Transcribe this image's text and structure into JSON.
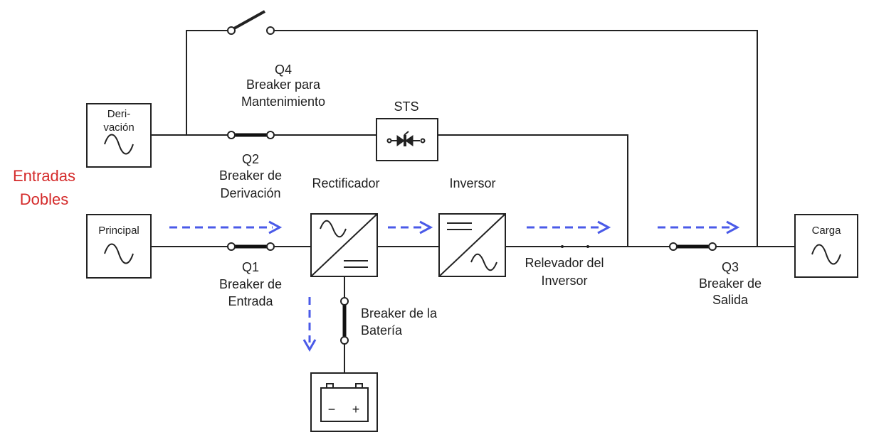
{
  "title": "Entradas Dobles",
  "title_lines": [
    "Entradas",
    "Dobles"
  ],
  "colors": {
    "title": "#d42a2a",
    "wires": "#222222",
    "power_flow_arrows": "#4a5ae8"
  },
  "blocks": {
    "bypass": {
      "label_lines": [
        "Deri-",
        "vación"
      ],
      "icon": "sine-wave-icon"
    },
    "main": {
      "label": "Principal",
      "icon": "sine-wave-icon"
    },
    "rectifier": {
      "label": "Rectificador",
      "icon": "ac-dc-converter-icon"
    },
    "inverter": {
      "label": "Inversor",
      "icon": "dc-ac-converter-icon"
    },
    "sts": {
      "label": "STS",
      "icon": "thyristor-switch-icon"
    },
    "load": {
      "label": "Carga",
      "icon": "sine-wave-icon"
    },
    "battery": {
      "icon": "battery-icon",
      "terminals": [
        "−",
        "+"
      ]
    }
  },
  "breakers": {
    "q1": {
      "lines": [
        "Q1",
        "Breaker de",
        "Entrada"
      ],
      "state": "closed"
    },
    "q2": {
      "lines": [
        "Q2",
        "Breaker de",
        "Derivación"
      ],
      "state": "closed"
    },
    "q3": {
      "lines": [
        "Q3",
        "Breaker de",
        "Salida"
      ],
      "state": "closed"
    },
    "q4": {
      "lines": [
        "Q4",
        "Breaker para",
        "Mantenimiento"
      ],
      "state": "open"
    },
    "battery": {
      "lines": [
        "Breaker de la",
        "Batería"
      ],
      "state": "closed"
    }
  },
  "inverter_relay": {
    "lines": [
      "Relevador del",
      "Inversor"
    ]
  },
  "power_flow": {
    "arrows": [
      {
        "segment": "Principal → Rectificador",
        "direction": "right"
      },
      {
        "segment": "Rectificador → Inversor",
        "direction": "right"
      },
      {
        "segment": "Inversor → Relevador del Inversor",
        "direction": "right"
      },
      {
        "segment": "Q3 → Carga",
        "direction": "right"
      },
      {
        "segment": "Rectificador → Batería",
        "direction": "down"
      }
    ]
  }
}
